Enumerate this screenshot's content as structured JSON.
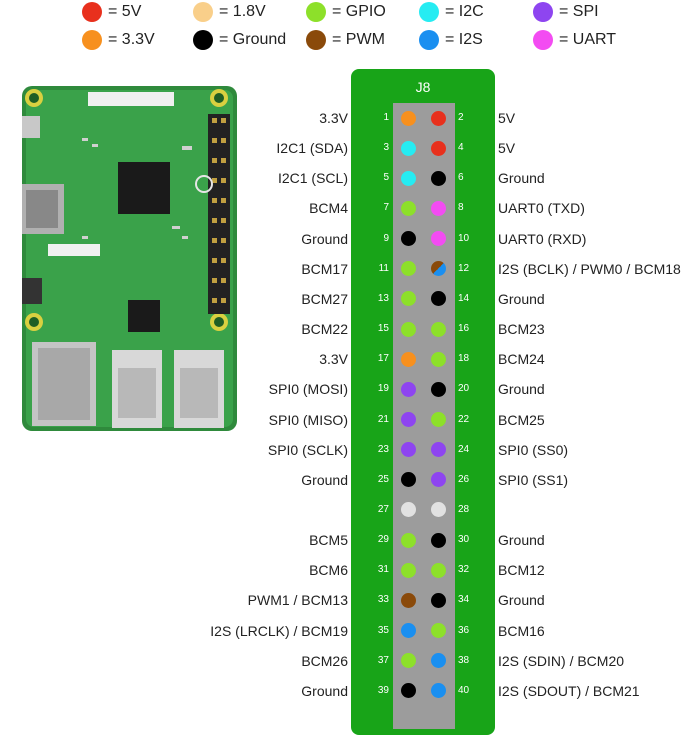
{
  "colors": {
    "5v": "#e8301d",
    "3v3": "#f7901e",
    "1v8": "#f9cf8a",
    "ground": "#000000",
    "gpio": "#8de02a",
    "pwm": "#8a4a0a",
    "i2c": "#26ecf2",
    "i2s": "#1a8ff0",
    "spi": "#8e45f0",
    "uart": "#f34cf2",
    "unused": "#e1e1e1"
  },
  "legend": [
    {
      "label": "= 5V",
      "color": "#e8301d"
    },
    {
      "label": "= 1.8V",
      "color": "#f9cf8a"
    },
    {
      "label": "= GPIO",
      "color": "#8de02a"
    },
    {
      "label": "= I2C",
      "color": "#26ecf2"
    },
    {
      "label": "= SPI",
      "color": "#8e45f0"
    },
    {
      "label": "= 3.3V",
      "color": "#f7901e"
    },
    {
      "label": "= Ground",
      "color": "#000000"
    },
    {
      "label": "= PWM",
      "color": "#8a4a0a"
    },
    {
      "label": "= I2S",
      "color": "#1a8ff0"
    },
    {
      "label": "= UART",
      "color": "#f34cf2"
    }
  ],
  "header": {
    "title": "J8"
  },
  "pins": [
    {
      "num": "1",
      "label": "3.3V",
      "color": "3v3"
    },
    {
      "num": "2",
      "label": "5V",
      "color": "5v"
    },
    {
      "num": "3",
      "label": "I2C1 (SDA)",
      "color": "i2c"
    },
    {
      "num": "4",
      "label": "5V",
      "color": "5v"
    },
    {
      "num": "5",
      "label": "I2C1 (SCL)",
      "color": "i2c"
    },
    {
      "num": "6",
      "label": "Ground",
      "color": "ground"
    },
    {
      "num": "7",
      "label": "BCM4",
      "color": "gpio"
    },
    {
      "num": "8",
      "label": "UART0 (TXD)",
      "color": "uart"
    },
    {
      "num": "9",
      "label": "Ground",
      "color": "ground"
    },
    {
      "num": "10",
      "label": "UART0 (RXD)",
      "color": "uart"
    },
    {
      "num": "11",
      "label": "BCM17",
      "color": "gpio"
    },
    {
      "num": "12",
      "label": "I2S (BCLK) / PWM0 / BCM18",
      "color": "i2s_pwm"
    },
    {
      "num": "13",
      "label": "BCM27",
      "color": "gpio"
    },
    {
      "num": "14",
      "label": "Ground",
      "color": "ground"
    },
    {
      "num": "15",
      "label": "BCM22",
      "color": "gpio"
    },
    {
      "num": "16",
      "label": "BCM23",
      "color": "gpio"
    },
    {
      "num": "17",
      "label": "3.3V",
      "color": "3v3"
    },
    {
      "num": "18",
      "label": "BCM24",
      "color": "gpio"
    },
    {
      "num": "19",
      "label": "SPI0 (MOSI)",
      "color": "spi"
    },
    {
      "num": "20",
      "label": "Ground",
      "color": "ground"
    },
    {
      "num": "21",
      "label": "SPI0 (MISO)",
      "color": "spi"
    },
    {
      "num": "22",
      "label": "BCM25",
      "color": "gpio"
    },
    {
      "num": "23",
      "label": "SPI0 (SCLK)",
      "color": "spi"
    },
    {
      "num": "24",
      "label": "SPI0 (SS0)",
      "color": "spi"
    },
    {
      "num": "25",
      "label": "Ground",
      "color": "ground"
    },
    {
      "num": "26",
      "label": "SPI0 (SS1)",
      "color": "spi"
    },
    {
      "num": "27",
      "label": "",
      "color": "unused"
    },
    {
      "num": "28",
      "label": "",
      "color": "unused"
    },
    {
      "num": "29",
      "label": "BCM5",
      "color": "gpio"
    },
    {
      "num": "30",
      "label": "Ground",
      "color": "ground"
    },
    {
      "num": "31",
      "label": "BCM6",
      "color": "gpio"
    },
    {
      "num": "32",
      "label": "BCM12",
      "color": "gpio"
    },
    {
      "num": "33",
      "label": "PWM1 / BCM13",
      "color": "pwm"
    },
    {
      "num": "34",
      "label": "Ground",
      "color": "ground"
    },
    {
      "num": "35",
      "label": "I2S (LRCLK) / BCM19",
      "color": "i2s"
    },
    {
      "num": "36",
      "label": "BCM16",
      "color": "gpio"
    },
    {
      "num": "37",
      "label": "BCM26",
      "color": "gpio"
    },
    {
      "num": "38",
      "label": "I2S (SDIN) / BCM20",
      "color": "i2s"
    },
    {
      "num": "39",
      "label": "Ground",
      "color": "ground"
    },
    {
      "num": "40",
      "label": "I2S (SDOUT) / BCM21",
      "color": "i2s"
    }
  ]
}
